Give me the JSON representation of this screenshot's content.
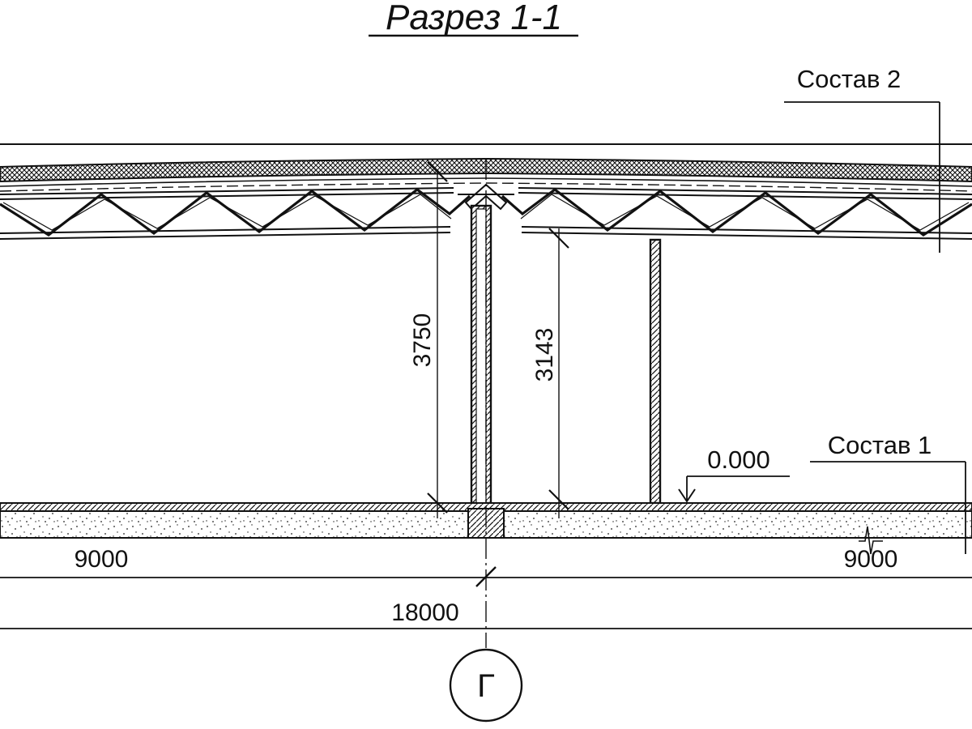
{
  "title": "Разрез 1-1",
  "labels": {
    "roof_layer": "Состав 2",
    "floor_layer": "Состав 1"
  },
  "elevation": "0.000",
  "dimensions": {
    "total_height": "3750",
    "clear_height": "3143",
    "left_span": "9000",
    "right_span": "9000",
    "total_span": "18000"
  },
  "axis": "Г"
}
